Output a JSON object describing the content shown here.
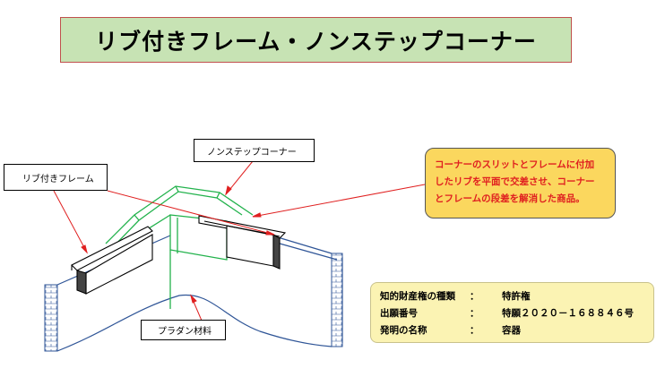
{
  "title": "リブ付きフレーム・ノンステップコーナー",
  "labels": {
    "nonstep_corner": "ノンステップコーナー",
    "ribbed_frame": "リブ付きフレーム",
    "plastic_material": "プラダン材料"
  },
  "callout": {
    "lines": [
      "コーナーのスリットとフレームに付加",
      "したリブを平面で交差させ、コーナー",
      "とフレームの段差を解消した商品。"
    ]
  },
  "info": {
    "rows": [
      {
        "key": "知的財産権の種類",
        "sep": "：",
        "value": "特許権"
      },
      {
        "key": "出願番号",
        "sep": "：",
        "value": "特願２０２０－１６８８４６号"
      },
      {
        "key": "発明の名称",
        "sep": "：",
        "value": "容器"
      }
    ]
  },
  "colors": {
    "title_bg": "#c7e3b4",
    "title_border": "#c0504d",
    "callout_bg": "#fbd75e",
    "callout_text": "#e02020",
    "info_bg": "#fbf3b3",
    "leader_line": "#e02020",
    "corner_green": "#22b24c",
    "panel_blue": "#2f5597"
  }
}
